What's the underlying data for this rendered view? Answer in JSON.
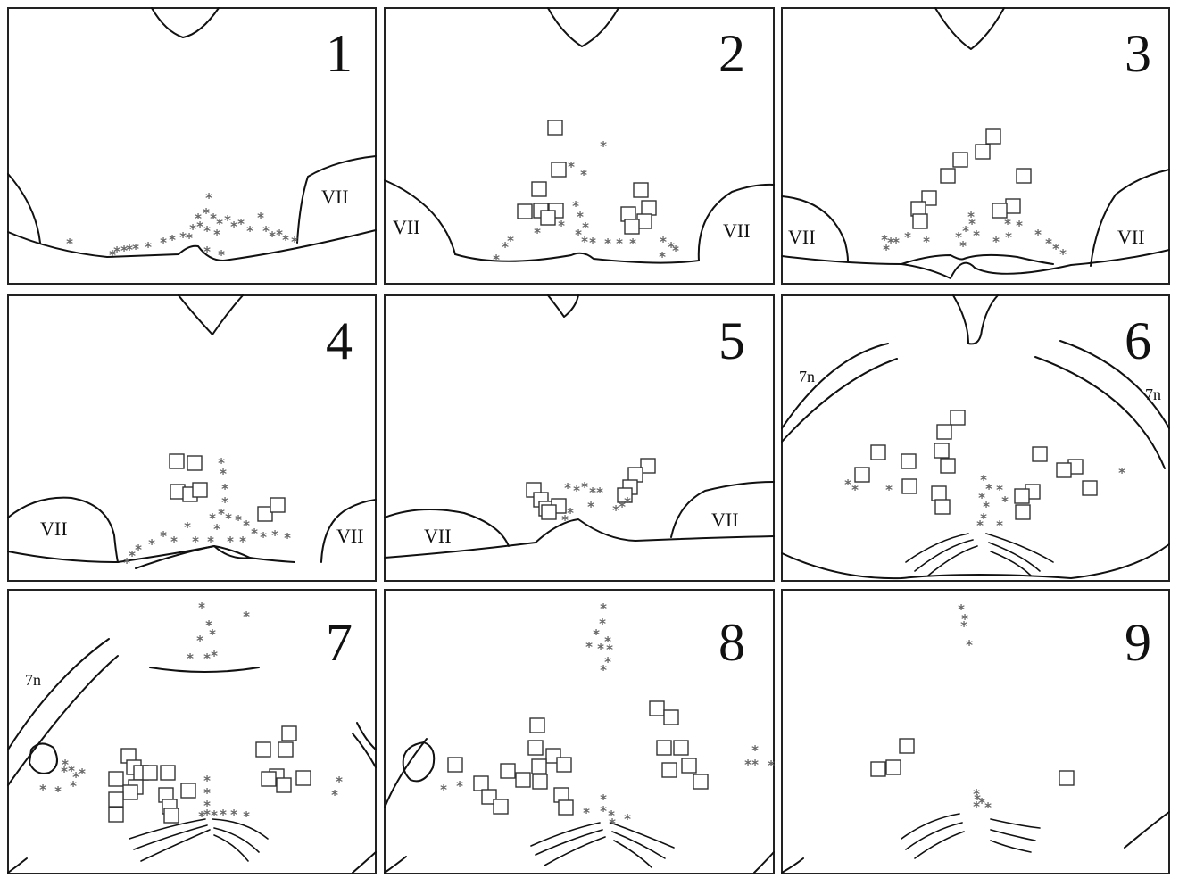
{
  "panels": [
    {
      "number": "1",
      "labels": [
        "VII"
      ]
    },
    {
      "number": "2",
      "labels": [
        "VII",
        "VII"
      ]
    },
    {
      "number": "3",
      "labels": [
        "VII",
        "VII"
      ]
    },
    {
      "number": "4",
      "labels": [
        "VII",
        "VII"
      ]
    },
    {
      "number": "5",
      "labels": [
        "VII",
        "VII"
      ]
    },
    {
      "number": "6",
      "labels": [
        "7n",
        "7n"
      ]
    },
    {
      "number": "7",
      "labels": [
        "7n"
      ]
    },
    {
      "number": "8",
      "labels": []
    },
    {
      "number": "9",
      "labels": []
    }
  ],
  "markers": {
    "asterisk": "*"
  },
  "colors": {
    "outline": "#111111",
    "marker": "#666666",
    "background": "#ffffff"
  }
}
